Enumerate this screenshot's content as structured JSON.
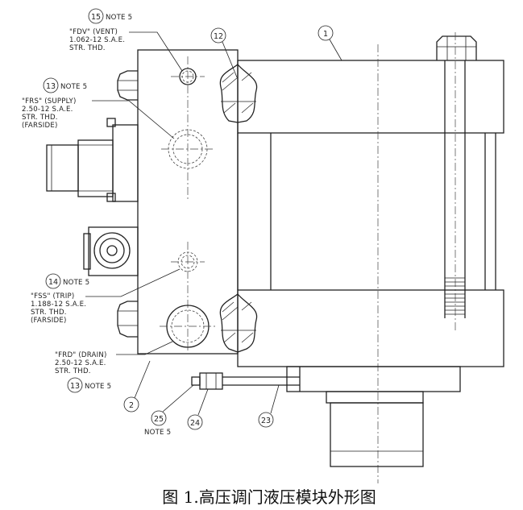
{
  "labels": {
    "note15": "NOTE 5",
    "fdv_1": "\"FDV\" (VENT)",
    "fdv_2": "1.062-12 S.A.E.",
    "fdv_3": "STR. THD.",
    "note13a": "NOTE 5",
    "frs_1": "\"FRS\" (SUPPLY)",
    "frs_2": "2.50-12 S.A.E.",
    "frs_3": "STR. THD.",
    "frs_4": "(FARSIDE)",
    "note14": "NOTE 5",
    "fss_1": "\"FSS\" (TRIP)",
    "fss_2": "1.188-12 S.A.E.",
    "fss_3": "STR. THD.",
    "fss_4": "(FARSIDE)",
    "frd_1": "\"FRD\" (DRAIN)",
    "frd_2": "2.50-12 S.A.E.",
    "frd_3": "STR. THD.",
    "note13b": "NOTE 5",
    "note25": "NOTE 5"
  },
  "balloons": {
    "b15": "15",
    "b13a": "13",
    "b14": "14",
    "b13b": "13",
    "b12": "12",
    "b1": "1",
    "b2": "2",
    "b25": "25",
    "b24": "24",
    "b23": "23"
  },
  "caption": "图 1.高压调门液压模块外形图"
}
